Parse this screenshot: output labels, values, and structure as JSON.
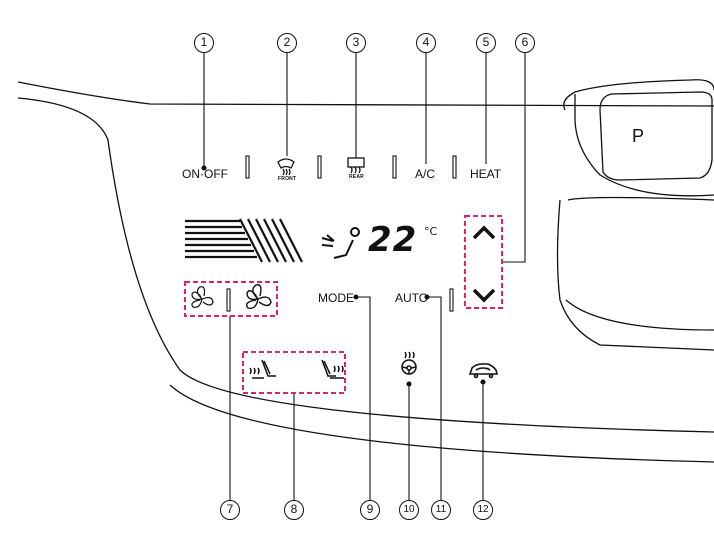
{
  "callouts": [
    "1",
    "2",
    "3",
    "4",
    "5",
    "6",
    "7",
    "8",
    "9",
    "10",
    "11",
    "12"
  ],
  "buttons": {
    "on_off": "ON·OFF",
    "front_defrost_caption": "FRONT",
    "rear_defrost_caption": "REAR",
    "ac": "A/C",
    "heat": "HEAT",
    "mode": "MODE",
    "auto": "AUTO"
  },
  "display": {
    "temperature": "22",
    "unit": "°C"
  },
  "shifter": {
    "position": "P"
  },
  "icons": [
    "fan-low-icon",
    "fan-high-icon",
    "driver-seat-heater-icon",
    "passenger-seat-heater-icon",
    "steering-wheel-heater-icon",
    "air-recirculation-icon",
    "temp-up-chevron-icon",
    "temp-down-chevron-icon",
    "airflow-face-icon",
    "fan-speed-bars-icon"
  ],
  "colors": {
    "highlight": "#d6246e",
    "line": "#111111"
  }
}
